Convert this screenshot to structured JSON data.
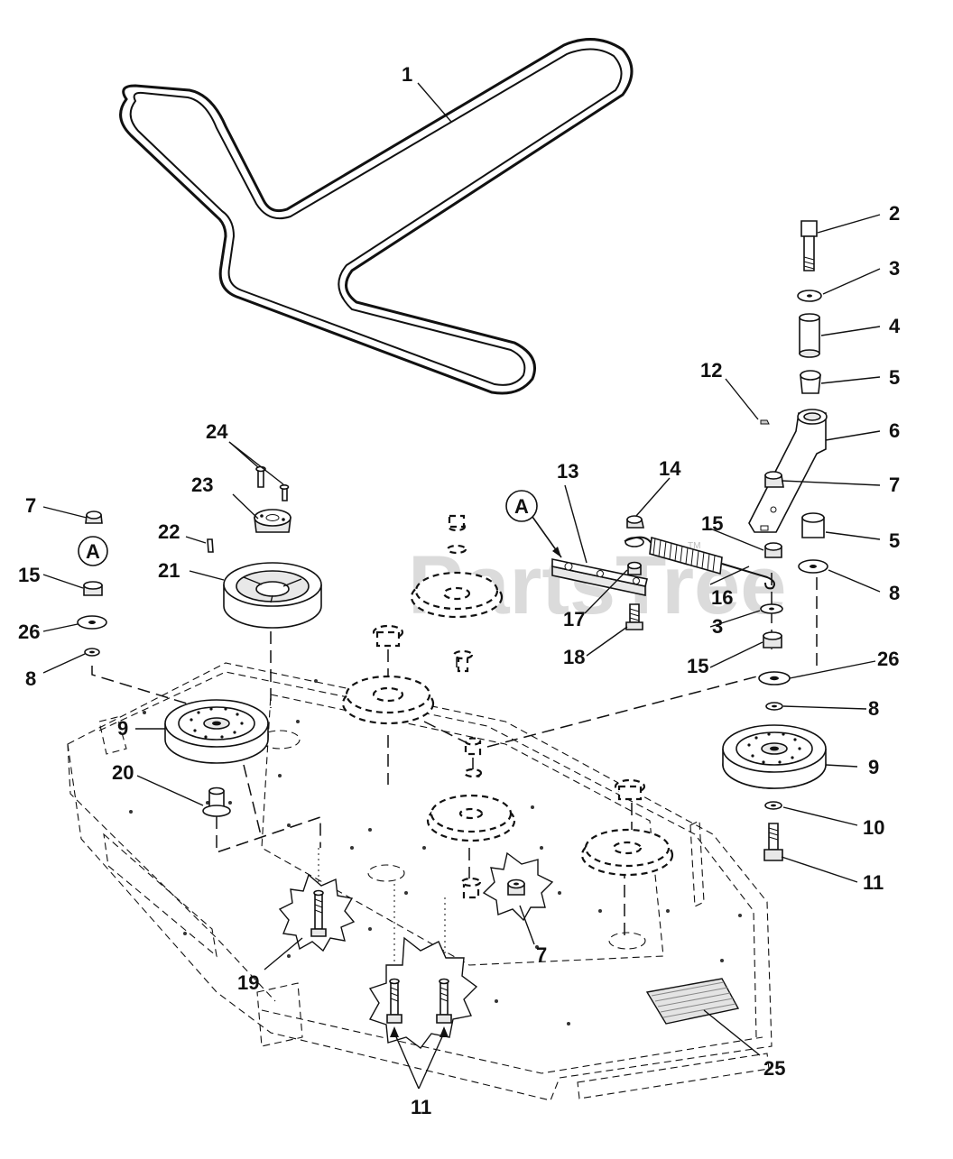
{
  "watermark": {
    "text": "PartsTree",
    "tm": "TM"
  },
  "callouts": {
    "c1": "1",
    "c2": "2",
    "c3a": "3",
    "c3b": "3",
    "c4": "4",
    "c5a": "5",
    "c5b": "5",
    "c6": "6",
    "c7a": "7",
    "c7b": "7",
    "c7c": "7",
    "c8a": "8",
    "c8b": "8",
    "c8c": "8",
    "c9a": "9",
    "c9b": "9",
    "c10": "10",
    "c11a": "11",
    "c11b": "11",
    "c12": "12",
    "c13": "13",
    "c14": "14",
    "c15a": "15",
    "c15b": "15",
    "c15c": "15",
    "c16": "16",
    "c17": "17",
    "c18": "18",
    "c19": "19",
    "c20": "20",
    "c21": "21",
    "c22": "22",
    "c23": "23",
    "c24": "24",
    "c25": "25",
    "c26a": "26",
    "c26b": "26"
  },
  "ref_markers": {
    "a_left": "A",
    "a_right": "A"
  }
}
